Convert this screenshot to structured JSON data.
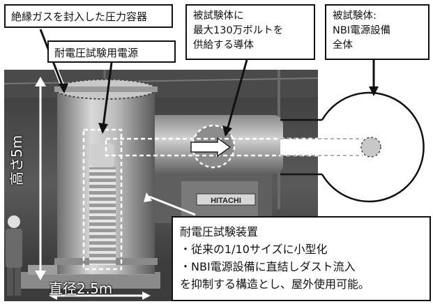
{
  "labels": {
    "gas_vessel": "絶縁ガスを封入した圧力容器",
    "power_supply": "耐電圧試験用電源",
    "conductor": [
      "被試験体に",
      "最大130万ボルトを",
      "供給する導体"
    ],
    "nbi_equipment": [
      "被試験体:",
      "NBI電源設備",
      "全体"
    ],
    "device": [
      "耐電圧試験装置",
      "・従来の1/10サイズに小型化",
      "・NBI電源設備に直結しダスト流入",
      "を抑制する構造とし、屋外使用可能。"
    ],
    "height": "高さ5m",
    "diameter": "直径2.5m",
    "brand_plate": "HITACHI"
  },
  "colors": {
    "line": "#111111",
    "box_fill": "#ffffff",
    "dash": "#ffffff",
    "inner_circle": "#c8c8c8"
  }
}
